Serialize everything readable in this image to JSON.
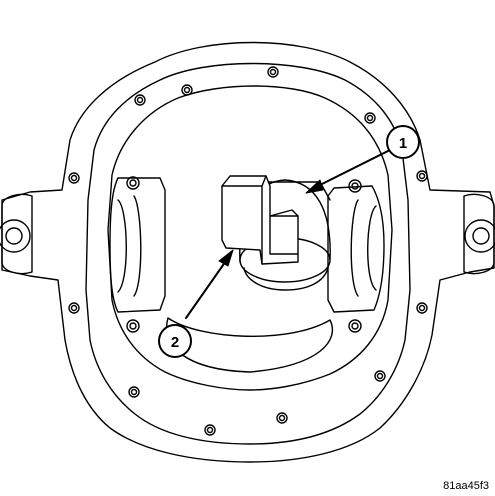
{
  "figure": {
    "id_label": "81aa45f3",
    "callouts": [
      {
        "number": "1",
        "target": "tool-cup"
      },
      {
        "number": "2",
        "target": "handle-block"
      }
    ]
  }
}
